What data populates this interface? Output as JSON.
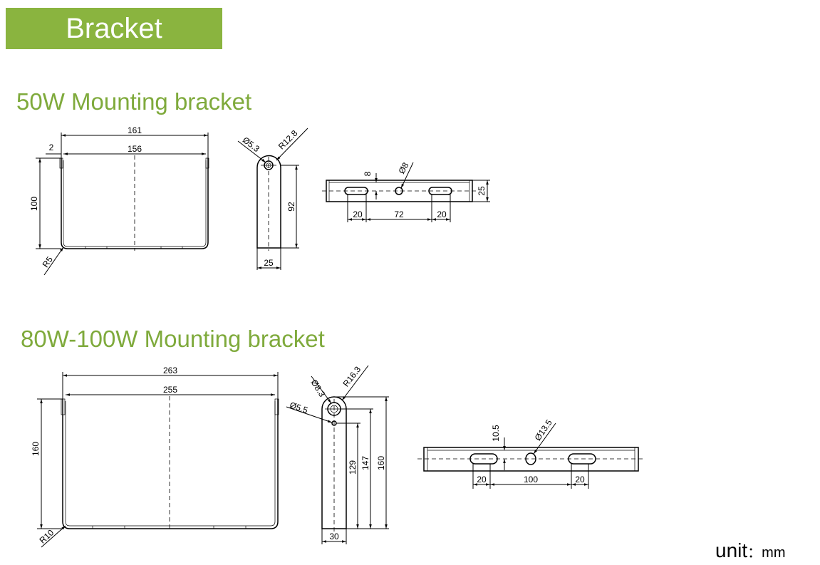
{
  "header": {
    "title": "Bracket",
    "color": "#8ab43f"
  },
  "sections": [
    {
      "title": "50W Mounting bracket",
      "dims": {
        "overall_width": "161",
        "inner_width": "156",
        "offset": "2",
        "height": "100",
        "radius": "R5",
        "hole_dia": "Ø5.3",
        "end_radius": "R12.8",
        "side_height": "92",
        "side_width": "25",
        "slot_offset": "8",
        "center_hole": "Ø8",
        "slot_len_left": "20",
        "slot_spacing": "72",
        "slot_len_right": "20",
        "bar_width": "25"
      }
    },
    {
      "title": "80W-100W Mounting bracket",
      "dims": {
        "overall_width": "263",
        "inner_width": "255",
        "height": "160",
        "radius": "R10",
        "hole_dia_top": "Ø8.3",
        "end_radius": "R16.3",
        "hole_dia_small": "Ø5.5",
        "side_h1": "129",
        "side_h2": "147",
        "side_h3": "160",
        "side_width": "30",
        "slot_offset": "10.5",
        "center_hole": "Ø13.5",
        "slot_len_left": "20",
        "slot_spacing": "100",
        "slot_len_right": "20"
      }
    }
  ],
  "unit": {
    "label": "unit",
    "value": "：mm"
  },
  "title_color": "#7faa3c"
}
